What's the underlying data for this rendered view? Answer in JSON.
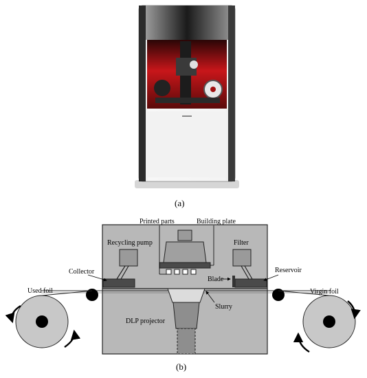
{
  "captions": {
    "a": "(a)",
    "b": "(b)"
  },
  "printer_photo": {
    "brand_plate": ""
  },
  "diagram": {
    "labels": {
      "printed_parts": "Printed parts",
      "building_plate": "Building plate",
      "recycling_pump": "Recycling pump",
      "filter": "Filter",
      "collector": "Collector",
      "reservoir": "Reservoir",
      "blade": "Blade",
      "used_foil": "Used foil",
      "virgin_foil": "Virgin foil",
      "slurry": "Slurry",
      "dlp_projector": "DLP projector"
    },
    "colors": {
      "housing": "#b8b8b8",
      "frame": "#a7a7a7",
      "roller": "#c8c8c8",
      "dark": "#4a4a4a",
      "projector": "#8e8e8e",
      "light_cone": "#dcdcdc"
    }
  }
}
